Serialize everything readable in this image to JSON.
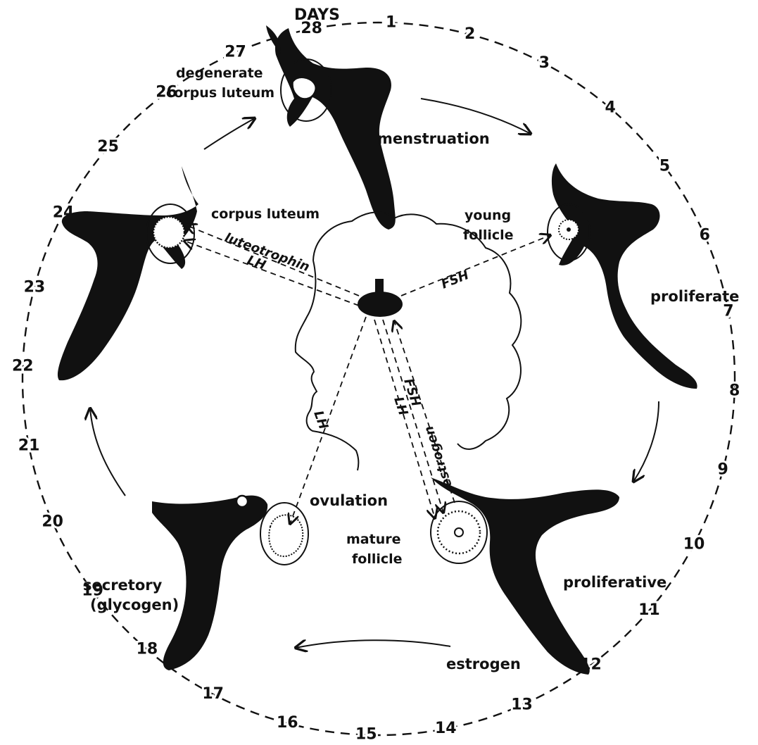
{
  "title": "DAYS",
  "days": [
    "1",
    "2",
    "3",
    "4",
    "5",
    "6",
    "7",
    "8",
    "9",
    "10",
    "11",
    "12",
    "13",
    "14",
    "15",
    "16",
    "17",
    "18",
    "19",
    "20",
    "21",
    "22",
    "23",
    "24",
    "25",
    "26",
    "27",
    "28"
  ],
  "stages": {
    "menstruation": "menstruation",
    "proliferate": "proliferate",
    "proliferative": "proliferative",
    "secretory": "secretory",
    "glycogen": "(glycogen)"
  },
  "ovary": {
    "degenerate_1": "degenerate",
    "degenerate_2": "corpus luteum",
    "corpus_luteum": "corpus luteum",
    "young_1": "young",
    "young_2": "follicle",
    "mature_1": "mature",
    "mature_2": "follicle",
    "ovulation": "ovulation"
  },
  "hormones": {
    "luteotrophin": "luteotrophin",
    "lh": "LH",
    "fsh": "FSH",
    "estrogen": "estrogen"
  },
  "colors": {
    "ink": "#111111",
    "background": "#ffffff"
  }
}
